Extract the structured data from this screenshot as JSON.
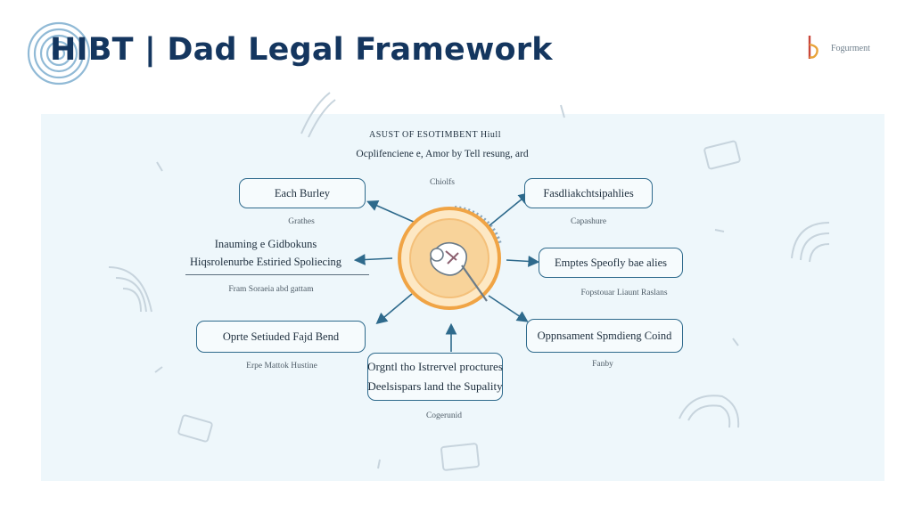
{
  "header": {
    "title": "HIBT | Dad Legal Framework",
    "brand_text": "Fogurment"
  },
  "diagram": {
    "top_line1": "ASUST OF ESOTIMBENT Hiull",
    "top_line2": "Ocplifenciene e, Amor by Tell resung, ard",
    "top_sub": "Chiolfs",
    "nodes": {
      "top_left": {
        "label": "Each Burley",
        "sub": "Grathes"
      },
      "top_right": {
        "label": "Fasdliakchtsipahlies",
        "sub": "Capashure"
      },
      "left_heading": {
        "line1": "Inauming e Gidbokuns",
        "line2": "Hiqsrolenurbe Estiried Spoliecing",
        "sub": "Fram Soraeia abd gattam"
      },
      "right_mid": {
        "label": "Emptes Speofly bae alies",
        "sub": "Fopstouar Liaunt Raslans"
      },
      "bottom_left": {
        "label": "Oprte Setiuded Fajd Bend",
        "sub": "Erpe Mattok Hustine"
      },
      "bottom_right": {
        "label": "Oppnsament Spmdieng Coind",
        "sub": "Fanby"
      },
      "bottom_center": {
        "line1": "Orgntl tho Istrervel proctures",
        "line2": "Deelsispars land the Supality",
        "sub": "Cogerunid"
      }
    }
  },
  "colors": {
    "title": "#14365f",
    "panel": "#eef7fb",
    "node_border": "#2e6a8c",
    "hub_ring": "#f0a445",
    "hub_fill": "#fde8c4"
  }
}
